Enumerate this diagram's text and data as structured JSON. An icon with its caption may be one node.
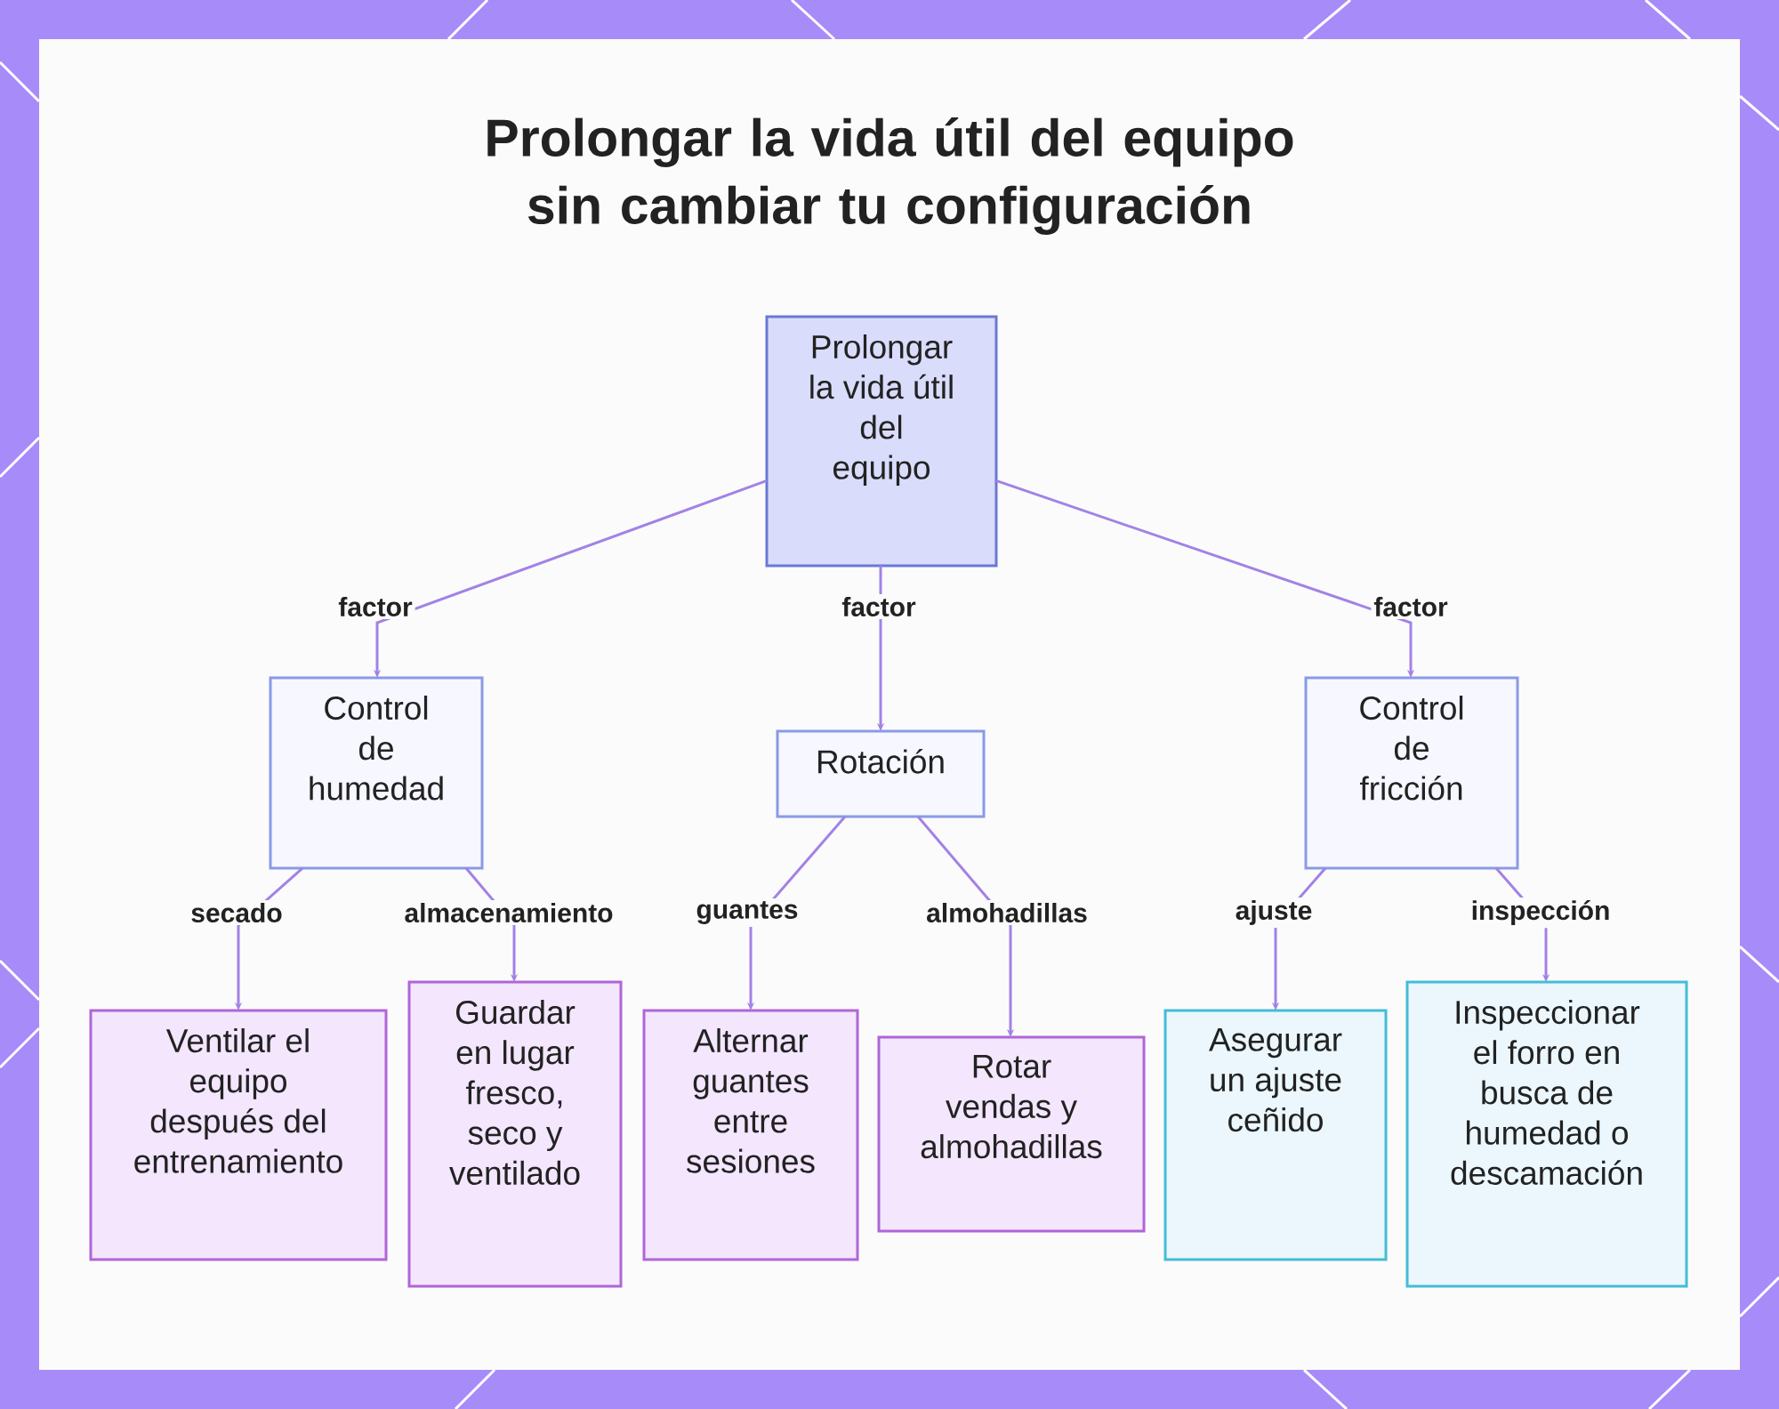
{
  "diagram": {
    "title": "Prolongar la vida útil del equipo sin cambiar tu configuración",
    "nodes": [
      {
        "text": [
          "Prolongar la vida útil del equipo"
        ]
      },
      {
        "text": [
          "Control de humedad"
        ]
      },
      {
        "text": [
          "Rotación"
        ]
      },
      {
        "text": [
          "Control de fricción"
        ]
      },
      {
        "text": [
          "Ventilar el equipo después del entrenamiento"
        ]
      },
      {
        "text": [
          "Guardar en lugar fresco, seco y ventilado"
        ]
      },
      {
        "text": [
          "Alternar guantes entre sesiones"
        ]
      },
      {
        "text": [
          "Rotar vendas y almohadillas"
        ]
      },
      {
        "text": [
          "Asegurar un ajuste ceñido"
        ]
      },
      {
        "text": [
          "Inspeccionar el forro en busca de humedad o descamación"
        ]
      }
    ],
    "edges": [
      {
        "from": 0,
        "to": 1,
        "arrow": "to",
        "label": "factor"
      },
      {
        "from": 0,
        "to": 2,
        "arrow": "to",
        "label": "factor"
      },
      {
        "from": 0,
        "to": 3,
        "arrow": "to",
        "label": "factor"
      },
      {
        "from": 1,
        "to": 4,
        "arrow": "to",
        "label": "secado"
      },
      {
        "from": 1,
        "to": 5,
        "arrow": "to",
        "label": "almacenamiento"
      },
      {
        "from": 2,
        "to": 6,
        "arrow": "to",
        "label": "guantes"
      },
      {
        "from": 2,
        "to": 7,
        "arrow": "to",
        "label": "almohadillas"
      },
      {
        "from": 3,
        "to": 8,
        "arrow": "to",
        "label": "ajuste"
      },
      {
        "from": 3,
        "to": 9,
        "arrow": "to",
        "label": "inspección"
      }
    ]
  }
}
